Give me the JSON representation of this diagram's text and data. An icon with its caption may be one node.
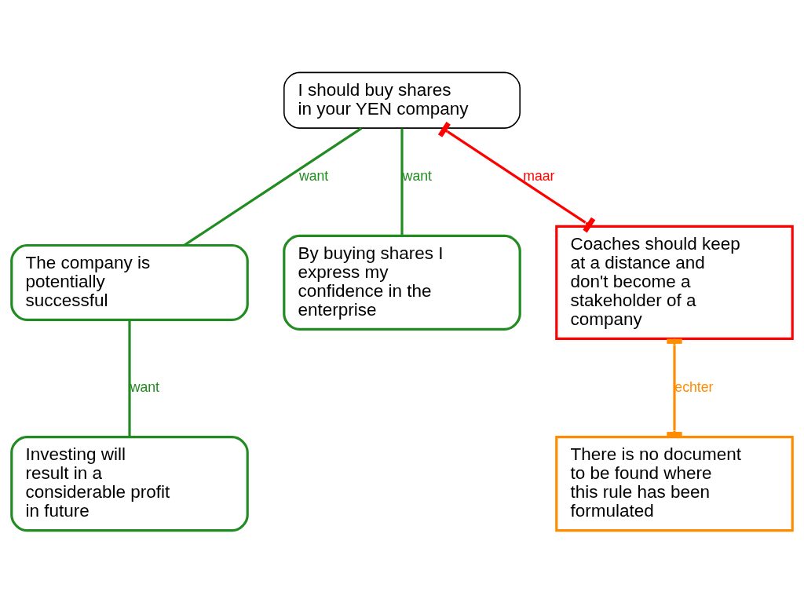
{
  "diagram": {
    "nodes": [
      {
        "text": [
          "I should buy shares in your YEN company"
        ]
      },
      {
        "text": [
          "The company is potentially successful"
        ]
      },
      {
        "text": [
          "By buying shares I express my confidence in the enterprise"
        ]
      },
      {
        "text": [
          "Coaches should keep at a distance and don't become a stakeholder of a company"
        ]
      },
      {
        "text": [
          "Investing will result in a considerable profit in future"
        ]
      },
      {
        "text": [
          "There is no document to be found where this rule has been formulated"
        ]
      }
    ],
    "edges": [
      {
        "from": 1,
        "to": 0,
        "arrow": "none",
        "label": "want"
      },
      {
        "from": 2,
        "to": 0,
        "arrow": "none",
        "label": "want"
      },
      {
        "from": 3,
        "to": 0,
        "arrow": "other",
        "label": "maar",
        "color": "#ff0000"
      },
      {
        "from": 4,
        "to": 1,
        "arrow": "none",
        "label": "want"
      },
      {
        "from": 5,
        "to": 3,
        "arrow": "other",
        "label": "echter",
        "color": "#ff8c00"
      }
    ]
  }
}
